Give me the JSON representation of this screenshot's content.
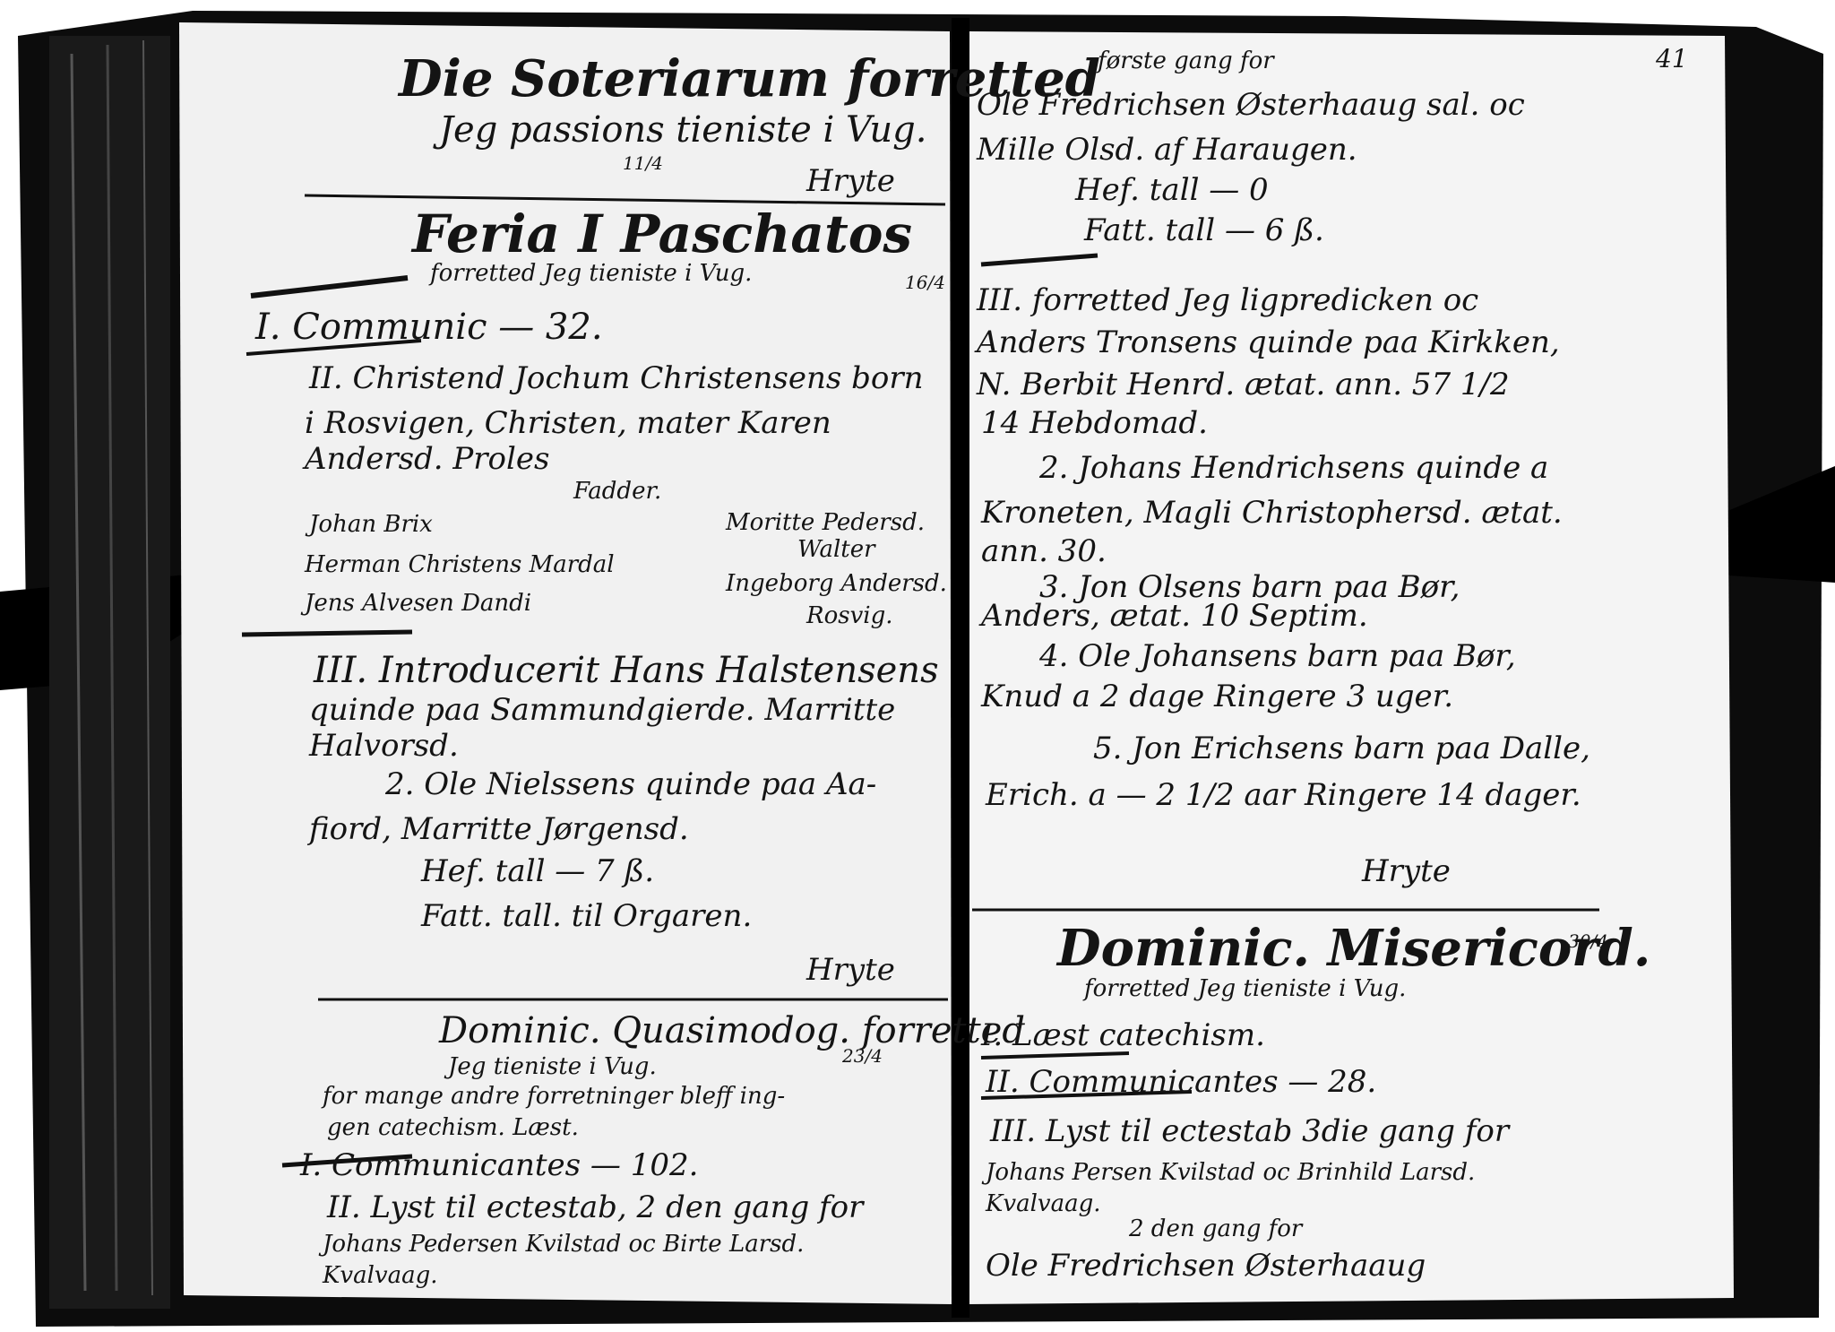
{
  "folio": "41",
  "left_page": {
    "heading_1": "Die Soteriarum forretted",
    "heading_2": "Jeg passions tieniste i Vug.",
    "heading_date": "11/4",
    "heading_sign": "Hryte",
    "feria_title": "Feria I Paschatos",
    "feria_sub": "forretted Jeg tieniste i Vug.",
    "feria_date": "16/4",
    "item_1": "I. Communic — 32.",
    "item_2a": "II. Christend Jochum Christensens born",
    "item_2b": "i Rosvigen, Christen, mater Karen",
    "item_2c": "Andersd. Proles",
    "item_2d": "Fadder.",
    "godparents_left": [
      "Johan Brix",
      "Herman Christens Mardal",
      "Jens Alvesen Dandi"
    ],
    "godparents_right": [
      "Moritte Pedersd.",
      "Walter",
      "Ingeborg Andersd.",
      "Rosvig."
    ],
    "item_3a": "III. Introducerit Hans Halstensens",
    "item_3b": "quinde paa Sammundgierde. Marritte",
    "item_3c": "Halvorsd.",
    "item_4a": "2. Ole Nielssens quinde paa Aa-",
    "item_4b": "fiord, Marritte Jørgensd.",
    "item_4c": "Hef. tall — 7 ß.",
    "item_4d": "Fatt. tall. til Orgaren.",
    "item_4_sign": "Hryte",
    "quasi_title": "Dominic. Quasimodog. forretted",
    "quasi_sub": "Jeg tieniste i Vug.",
    "quasi_date": "23/4",
    "quasi_line_a": "for mange andre forretninger bleff ing-",
    "quasi_line_b": "gen catechism. Læst.",
    "quasi_item_1": "I. Communicantes — 102.",
    "quasi_item_2a": "II. Lyst til ectestab, 2 den gang for",
    "quasi_item_2b": "Johans Pedersen Kvilstad oc Birte Larsd.",
    "quasi_item_2c": "Kvalvaag."
  },
  "right_page": {
    "top_1": "første gang for",
    "top_2": "Ole Fredrichsen Østerhaaug sal. oc",
    "top_3": "Mille Olsd. af Haraugen.",
    "top_4": "Hef. tall — 0",
    "top_5": "Fatt. tall — 6 ß.",
    "item_3a": "III. forretted Jeg ligpredicken oc",
    "item_3b": "Anders Tronsens quinde paa Kirkken,",
    "item_3c": "N. Berbit Henrd. ætat. ann. 57 1/2",
    "hebdomad": "14 Hebdomad.",
    "item_h2a": "2. Johans Hendrichsens quinde a",
    "item_h2b": "Kroneten, Magli Christophersd. ætat.",
    "item_h2c": "ann. 30.",
    "item_h3a": "3. Jon Olsens barn paa Bør,",
    "item_h3b": "Anders, ætat. 10 Septim.",
    "item_h4a": "4. Ole Johansens barn paa Bør,",
    "item_h4b": "Knud a 2 dage Ringere 3 uger.",
    "item_h5a": "5. Jon Erichsens barn paa Dalle,",
    "item_h5b": "Erich. a — 2 1/2 aar Ringere 14 dager.",
    "sign": "Hryte",
    "miser_title": "Dominic. Misericord.",
    "miser_date": "30/4",
    "miser_sub": "forretted Jeg tieniste i Vug.",
    "miser_1": "I. Læst catechism.",
    "miser_2": "II. Communicantes — 28.",
    "miser_3a": "III. Lyst til ectestab 3die gang for",
    "miser_3b": "Johans Persen Kvilstad oc Brinhild Larsd.",
    "miser_3c": "Kvalvaag.",
    "miser_3d": "2 den gang for",
    "miser_3e": "Ole Fredrichsen Østerhaaug"
  }
}
